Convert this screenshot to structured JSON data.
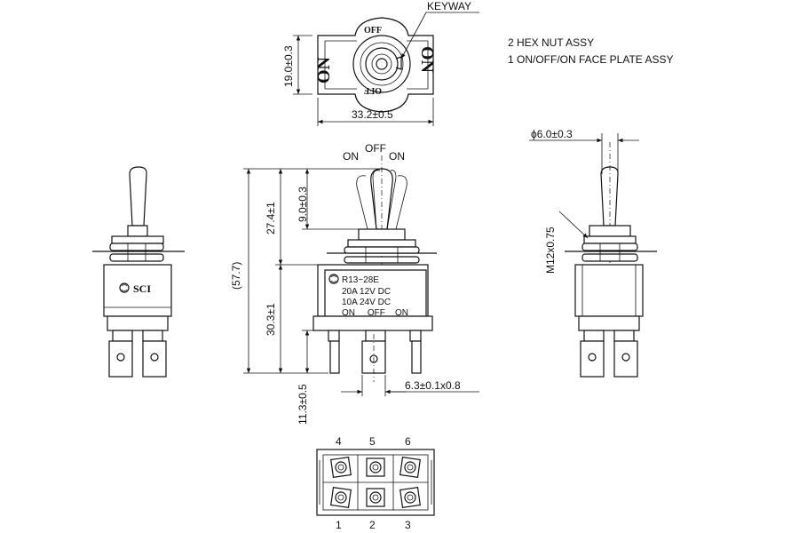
{
  "notes": {
    "line1": "2 HEX NUT ASSY",
    "line2": "1 ON/OFF/ON FACE PLATE ASSY"
  },
  "face_plate": {
    "keyway_label": "KEYWAY",
    "off_top": "OFF",
    "off_bottom": "OFF",
    "on_left": "ON",
    "on_right": "ON",
    "height_dim": "19.0±0.3",
    "width_dim": "33.2±0.5"
  },
  "front_view": {
    "pos_on_left": "ON",
    "pos_off": "OFF",
    "pos_on_right": "ON",
    "model": "R13−28E",
    "rating1": "20A  12V  DC",
    "rating2": "10A  24V  DC",
    "pos_row": "ON     OFF    ON",
    "dim_total": "(57.7)",
    "dim_upper": "27.4±1",
    "dim_lever": "9.0±0.3",
    "dim_body": "30.3±1",
    "dim_terminal": "11.3±0.5",
    "dim_terminal_width": "6.3±0.1x0.8"
  },
  "left_view": {
    "brand": "SCI"
  },
  "right_view": {
    "dim_tip": "ϕ6.0±0.3",
    "dim_thread": "M12x0.75"
  },
  "terminal_layout": {
    "top_numbers": [
      "4",
      "5",
      "6"
    ],
    "bottom_numbers": [
      "1",
      "2",
      "3"
    ]
  }
}
